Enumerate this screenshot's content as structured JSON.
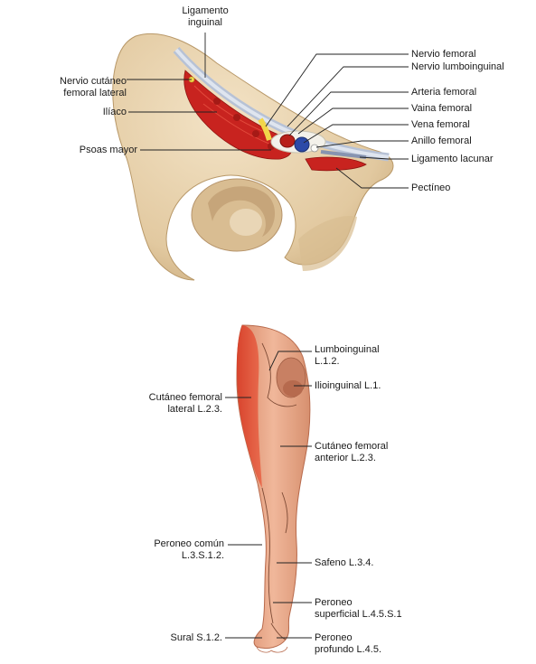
{
  "top_labels": {
    "ligamento_inguinal_1": "Ligamento",
    "ligamento_inguinal_2": "inguinal",
    "nervio_cutaneo_1": "Nervio cutáneo",
    "nervio_cutaneo_2": "femoral lateral",
    "iliaco": "Ilíaco",
    "psoas_mayor": "Psoas mayor",
    "nervio_femoral": "Nervio femoral",
    "nervio_lumboinguinal": "Nervio lumboinguinal",
    "arteria_femoral": "Arteria femoral",
    "vaina_femoral": "Vaina femoral",
    "vena_femoral": "Vena femoral",
    "anillo_femoral": "Anillo femoral",
    "ligamento_lacunar": "Ligamento lacunar",
    "pectineo": "Pectíneo"
  },
  "bottom_labels": {
    "lumboinguinal_1": "Lumboinguinal",
    "lumboinguinal_2": "L.1.2.",
    "ilioinguinal": "Ilioinguinal L.1.",
    "cutaneo_lateral_1": "Cutáneo femoral",
    "cutaneo_lateral_2": "lateral L.2.3.",
    "cutaneo_anterior_1": "Cutáneo femoral",
    "cutaneo_anterior_2": "anterior L.2.3.",
    "peroneo_comun_1": "Peroneo común",
    "peroneo_comun_2": "L.3.S.1.2.",
    "safeno": "Safeno L.3.4.",
    "peroneo_sup_1": "Peroneo",
    "peroneo_sup_2": "superficial L.4.5.S.1",
    "sural": "Sural S.1.2.",
    "peroneo_prof_1": "Peroneo",
    "peroneo_prof_2": "profundo L.4.5."
  },
  "colors": {
    "bone": "#e8d3b0",
    "bone_shadow": "#c9ad82",
    "muscle": "#c8231f",
    "skin": "#e8a88a",
    "skin_lateral": "#e0533a",
    "artery": "#b8201a",
    "vein": "#2c4aa8",
    "nerve": "#f2d64a",
    "leader": "#222222"
  }
}
